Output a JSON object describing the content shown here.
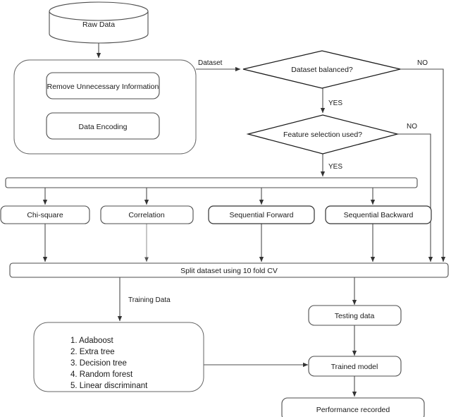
{
  "diagram": {
    "title": "Machine Learning Pipeline Flowchart",
    "background": "#ffffff",
    "stroke_color": "#4d4d4d",
    "text_color": "#1a1a1a"
  },
  "nodes": {
    "raw_data": "Raw Data",
    "preprocessing_step_1": "Remove Unnecessary Information",
    "preprocessing_step_2": "Data Encoding",
    "decision_balanced": "Dataset balanced?",
    "decision_feature_selection": "Feature selection used?",
    "fs_chi_square": "Chi-square",
    "fs_correlation": "Correlation",
    "fs_sequential_forward": "Sequential Forward",
    "fs_sequential_backward": "Sequential Backward",
    "split_dataset": "Split dataset using 10 fold CV",
    "testing_data": "Testing data",
    "trained_model": "Trained model",
    "performance_recorded": "Performance recorded"
  },
  "algorithms": {
    "items": [
      "1. Adaboost",
      "2. Extra tree",
      "3. Decision tree",
      "4. Random forest",
      "5. Linear discriminant"
    ]
  },
  "edge_labels": {
    "dataset": "Dataset",
    "balanced_no": "NO",
    "balanced_yes": "YES",
    "feature_no": "NO",
    "feature_yes": "YES",
    "training_data": "Training Data"
  }
}
